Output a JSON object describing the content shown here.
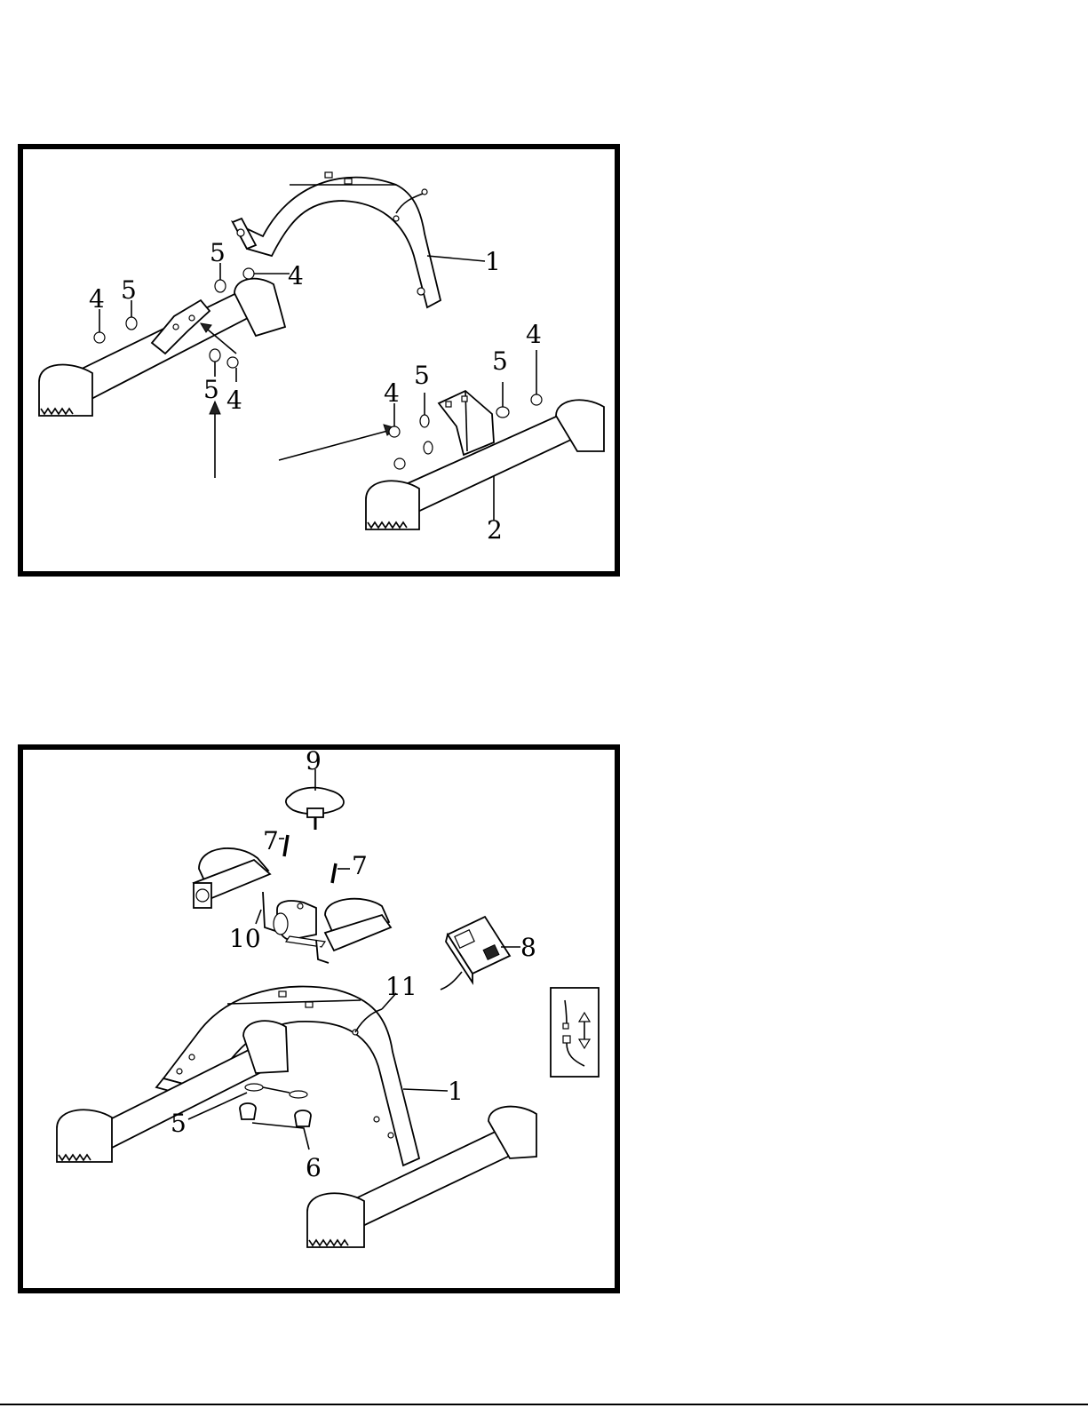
{
  "diagram_top": {
    "labels": {
      "frame": "1",
      "base": "2",
      "bolt": "4",
      "washer": "5"
    }
  },
  "diagram_bottom": {
    "labels": {
      "frame": "1",
      "washer": "5",
      "nut": "6",
      "screw": "7",
      "monitor": "8",
      "knob": "9",
      "pedal_assembly": "10",
      "sensor_wire": "11"
    }
  }
}
